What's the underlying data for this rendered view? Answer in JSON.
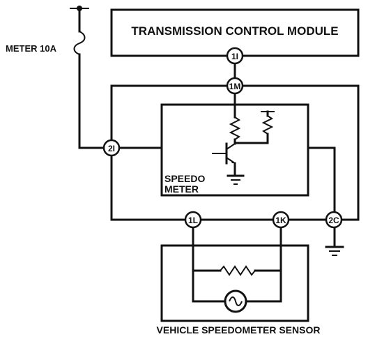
{
  "labels": {
    "tcm": "TRANSMISSION CONTROL MODULE",
    "fuse": "METER 10A",
    "speedo_line1": "SPEEDO",
    "speedo_line2": "METER",
    "sensor": "VEHICLE SPEEDOMETER SENSOR"
  },
  "connectors": {
    "c_1I": "1I",
    "c_1M": "1M",
    "c_2I": "2I",
    "c_1L": "1L",
    "c_1K": "1K",
    "c_2C": "2C"
  }
}
